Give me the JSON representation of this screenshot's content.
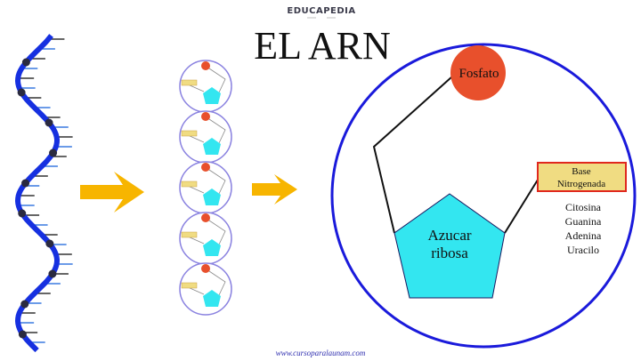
{
  "logo": {
    "text": "EDUCAPEDIA"
  },
  "title": "EL ARN",
  "nucleotide": {
    "phosphate": "Fosfato",
    "sugar_line1": "Azucar",
    "sugar_line2": "ribosa",
    "base_line1": "Base",
    "base_line2": "Nitrogenada",
    "bases": [
      "Citosina",
      "Guanina",
      "Adenina",
      "Uracilo"
    ]
  },
  "footer": {
    "url": "www.cursoparalaunam.com"
  },
  "colors": {
    "circle": "#1a1adb",
    "phosphate": "#e8502c",
    "sugar": "#33e6f0",
    "base_fill": "#f0dc82",
    "base_border": "#e0281e",
    "arrow": "#f7b500",
    "helix": "#1630e0",
    "small_circle": "#8a82e0"
  }
}
